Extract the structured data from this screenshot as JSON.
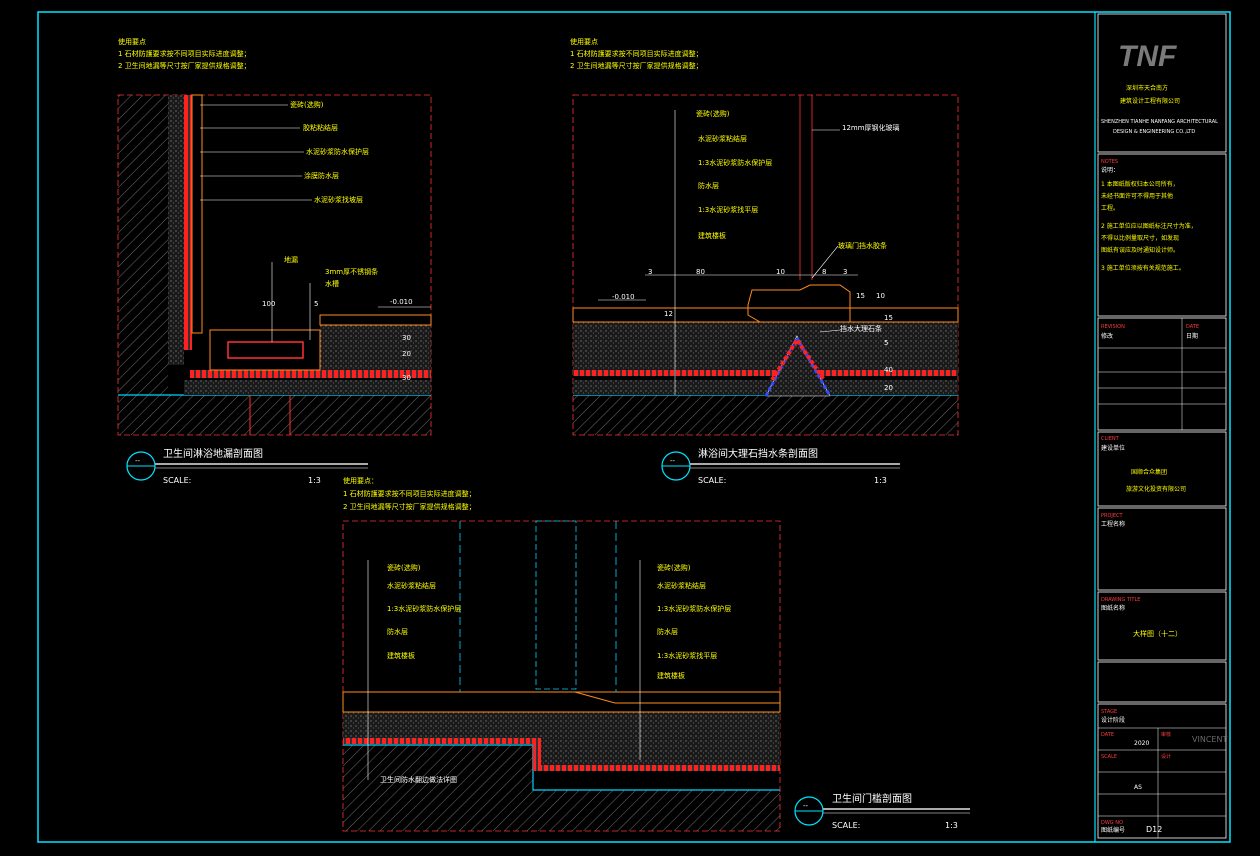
{
  "colors": {
    "border": "#00e5ff",
    "yellow": "#ffff00",
    "orange": "#ff8c1a",
    "red": "#ff2020",
    "white": "#ffffff",
    "hatch": "#6e6e6e",
    "cyan": "#00d2ff"
  },
  "icons": [
    "detail-number-icon",
    "section-cut-icon",
    "company-logo-icon"
  ],
  "detail1": {
    "notes_title": "使用要点",
    "notes": [
      "1    石材防護要求按不同项目实际进度调整；",
      "2    卫生间地漏等尺寸按厂家提供规格调整；"
    ],
    "labels": [
      "瓷砖(选购)",
      "胶粘粘结层",
      "水泥砂浆防水保护层",
      "涂膜防水层",
      "水泥砂浆找坡层",
      "地漏",
      "3mm厚不锈钢条",
      "水槽"
    ],
    "level": "-0.010",
    "dims": [
      "100",
      "5",
      "30",
      "20",
      "30"
    ],
    "title": "卫生间淋浴地漏剖面图",
    "tag": "--",
    "scale_label": "SCALE:",
    "scale": "1:3"
  },
  "detail2": {
    "notes_title": "使用要点",
    "notes": [
      "1    石材防護要求按不同项目实际进度调整；",
      "2    卫生间地漏等尺寸按厂家提供规格调整；"
    ],
    "labels": [
      "瓷砖(选购)",
      "水泥砂浆粘结层",
      "1:3水泥砂浆防水保护层",
      "防水层",
      "1:3水泥砂浆找平层",
      "建筑楼板"
    ],
    "right_labels": [
      "12mm厚钢化玻璃",
      "玻璃门挡水胶条",
      "挡水大理石条"
    ],
    "level": "-0.010",
    "dims": [
      "3",
      "80",
      "10",
      "8",
      "3",
      "12",
      "15",
      "10",
      "15",
      "5",
      "40",
      "20"
    ],
    "title": "淋浴间大理石挡水条剖面图",
    "tag": "--",
    "scale_label": "SCALE:",
    "scale": "1:3"
  },
  "detail3": {
    "notes_title": "使用要点：",
    "notes": [
      "1    石材防護要求按不同项目实际进度调整；",
      "2    卫生间地漏等尺寸按厂家提供规格调整；"
    ],
    "labels_left": [
      "瓷砖(选购)",
      "水泥砂浆粘结层",
      "1:3水泥砂浆防水保护层",
      "防水层",
      "建筑楼板"
    ],
    "labels_right": [
      "瓷砖(选购)",
      "水泥砂浆粘结层",
      "1:3水泥砂浆防水保护层",
      "防水层",
      "1:3水泥砂浆找平层",
      "建筑楼板"
    ],
    "bottom_label": "卫生间防水翻边做法详图",
    "title": "卫生间门槛剖面图",
    "tag": "--",
    "scale_label": "SCALE:",
    "scale": "1:3"
  },
  "titleblock": {
    "logo": "TNF",
    "company_cn_1": "深圳市天合南方",
    "company_cn_2": "建筑设计工程有限公司",
    "company_en_1": "SHENZHEN TIANHE NANFANG ARCHITECTURAL",
    "company_en_2": "DESIGN & ENGINEERING CO.,LTD",
    "notes_head": "NOTES",
    "notes_sub": "说明：",
    "notes": [
      "1    本图纸版权归本公司所有，",
      "      未经书面许可不得用于其他",
      "      工程。",
      "2    施工单位应以图纸标注尺寸为准，",
      "      不得以比例量取尺寸，如发现",
      "      图纸有误应及时通知设计师。",
      "3    施工单位须按有关规范施工。"
    ],
    "revision_head": "REVISION",
    "revision_sub": "修改",
    "date_head": "DATE",
    "date_sub": "日期",
    "client_head": "CLIENT",
    "client_sub": "建设单位",
    "client_1": "国顺合众集团",
    "client_2": "旅游文化投资有限公司",
    "project_head": "PROJECT",
    "project_sub": "工程名称",
    "drawing_head": "DRAWING TITLE",
    "drawing_sub": "图纸名称",
    "drawing_title": "大样图（十二）",
    "stage_head": "STAGE",
    "stage_sub": "设计阶段",
    "date_label": "DATE",
    "date_value": "2020",
    "checked_label": "审核",
    "scale_label": "SCALE",
    "scale_value": "AS",
    "drawn_label": "设计",
    "number_label": "DWG NO",
    "number_sub": "图纸编号",
    "number_value": "D12",
    "signature": "VINCENT"
  }
}
